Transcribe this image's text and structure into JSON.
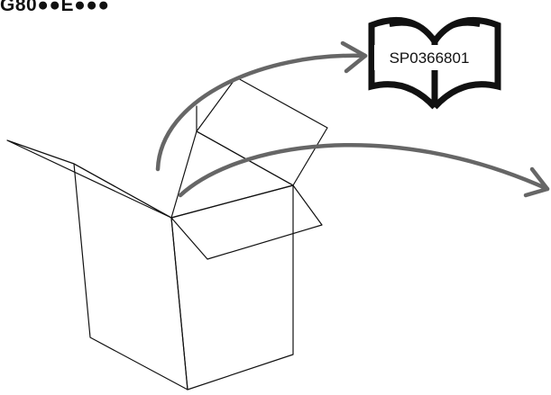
{
  "header": {
    "model_code": "G80●●E●●●"
  },
  "manual": {
    "code": "SP0366801",
    "icon": "open-book-icon"
  },
  "box": {
    "icon": "open-box-icon"
  },
  "arrows": [
    {
      "name": "arrow-to-manual",
      "icon": "curved-arrow-icon"
    },
    {
      "name": "arrow-outward",
      "icon": "curved-arrow-icon"
    }
  ],
  "colors": {
    "line": "#111111",
    "arrow": "#666666",
    "background": "#ffffff"
  }
}
